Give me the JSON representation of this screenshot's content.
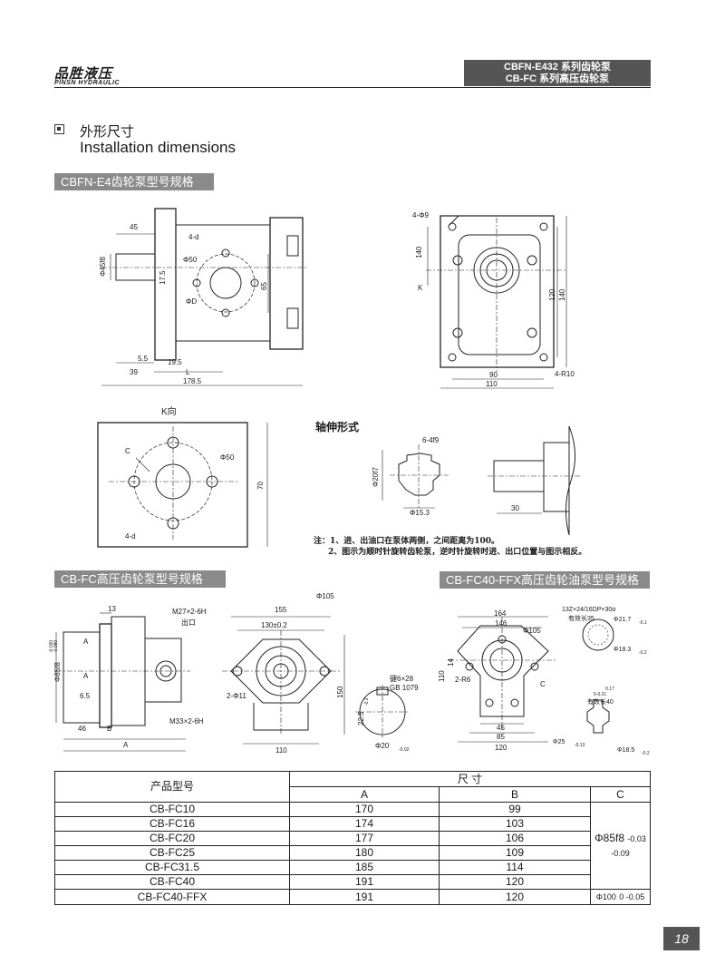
{
  "header": {
    "brand_cn": "品胜液压",
    "brand_en": "PINSN HYDRAULIC",
    "series_line1": "CBFN-E432 系列齿轮泵",
    "series_line2": "CB-FC 系列高压齿轮泵"
  },
  "section": {
    "title_cn": "外形尺寸",
    "title_en": "Installation dimensions"
  },
  "tags": {
    "cbfn": "CBFN-E4齿轮泵型号规格",
    "cbfc": "CB-FC高压齿轮泵型号规格",
    "cbfc40": "CB-FC40-FFX高压齿轮油泵型号规格"
  },
  "drawing1": {
    "d45": "45",
    "d4d": "4-d",
    "phi50": "Φ50",
    "phi45": "Φ45f8",
    "d175": "17.5",
    "d65": "65",
    "phiD": "ΦD",
    "d55": "5.5",
    "d195": "19.5",
    "d39": "39",
    "dL": "L",
    "d1785": "178.5"
  },
  "drawing2": {
    "d4phi9": "4-Φ9",
    "d140a": "140",
    "dK": "K",
    "d120": "120",
    "d140b": "140",
    "d90": "90",
    "d110": "110",
    "d4r10": "4-R10"
  },
  "drawing3": {
    "title": "K向",
    "dC": "C",
    "phi50": "Φ50",
    "d70": "70",
    "d4d": "4-d"
  },
  "shaft": {
    "title": "轴伸形式",
    "d64f9": "6-4f9",
    "phi20": "Φ20f7",
    "phi153": "Φ15.3",
    "d30": "30"
  },
  "notes": {
    "note1": "注：1、进、出油口在泵体两侧，之间距离为100。",
    "note2": "2、图示为顺时针旋转齿轮泵，逆时针旋转时进、出口位置与图示相反。"
  },
  "drawing4": {
    "d13": "13",
    "m27": "M27×2-6H",
    "outlet": "出口",
    "dA1": "A",
    "dA2": "A",
    "phi85": "Φ85f8",
    "tol1": "-0.030",
    "tol2": "-0.080",
    "d65": "6.5",
    "m33": "M33×2-6H",
    "d46": "46",
    "dB": "B",
    "dA3": "A"
  },
  "drawing5": {
    "d155": "155",
    "phi105": "Φ105",
    "d130": "130±0.2",
    "d2phi11": "2-Φ11",
    "d150": "150",
    "d110": "110"
  },
  "drawing6": {
    "key": "键6×28",
    "gb": "GB 1079",
    "d225": "22.5",
    "tol225": "-0.2",
    "phi20": "Φ20",
    "tol20": "-0.02"
  },
  "drawing7": {
    "d164": "164",
    "d146": "146",
    "phi105": "Φ105",
    "d110": "110",
    "d14": "14",
    "d2r6": "2-R6",
    "dC": "C",
    "d45": "45",
    "d85": "85",
    "d120": "120",
    "d13z": "13Z×24/16DP×30α",
    "eff35": "有效长35",
    "phi217": "Φ21.7",
    "tol217": "-0.1",
    "phi183": "Φ18.3",
    "tol183": "-0.2",
    "t017": "0.17",
    "t5": "5-0.21",
    "eff40": "有效长40",
    "phi25": "Φ25",
    "tol25": "-0.13",
    "phi185": "Φ18.5",
    "tol185": "-0.2"
  },
  "table": {
    "col_model": "产品型号",
    "col_size": "尺 寸",
    "col_a": "A",
    "col_b": "B",
    "col_c": "C",
    "rows": [
      {
        "model": "CB-FC10",
        "a": "170",
        "b": "99"
      },
      {
        "model": "CB-FC16",
        "a": "174",
        "b": "103"
      },
      {
        "model": "CB-FC20",
        "a": "177",
        "b": "106"
      },
      {
        "model": "CB-FC25",
        "a": "180",
        "b": "109"
      },
      {
        "model": "CB-FC31.5",
        "a": "185",
        "b": "114"
      },
      {
        "model": "CB-FC40",
        "a": "191",
        "b": "120"
      },
      {
        "model": "CB-FC40-FFX",
        "a": "191",
        "b": "120"
      }
    ],
    "c_merged": "Φ85f8",
    "c_merged_tol": "-0.03 -0.09",
    "c_last": "Φ100",
    "c_last_tol": "0 -0.05"
  },
  "page_number": "18"
}
